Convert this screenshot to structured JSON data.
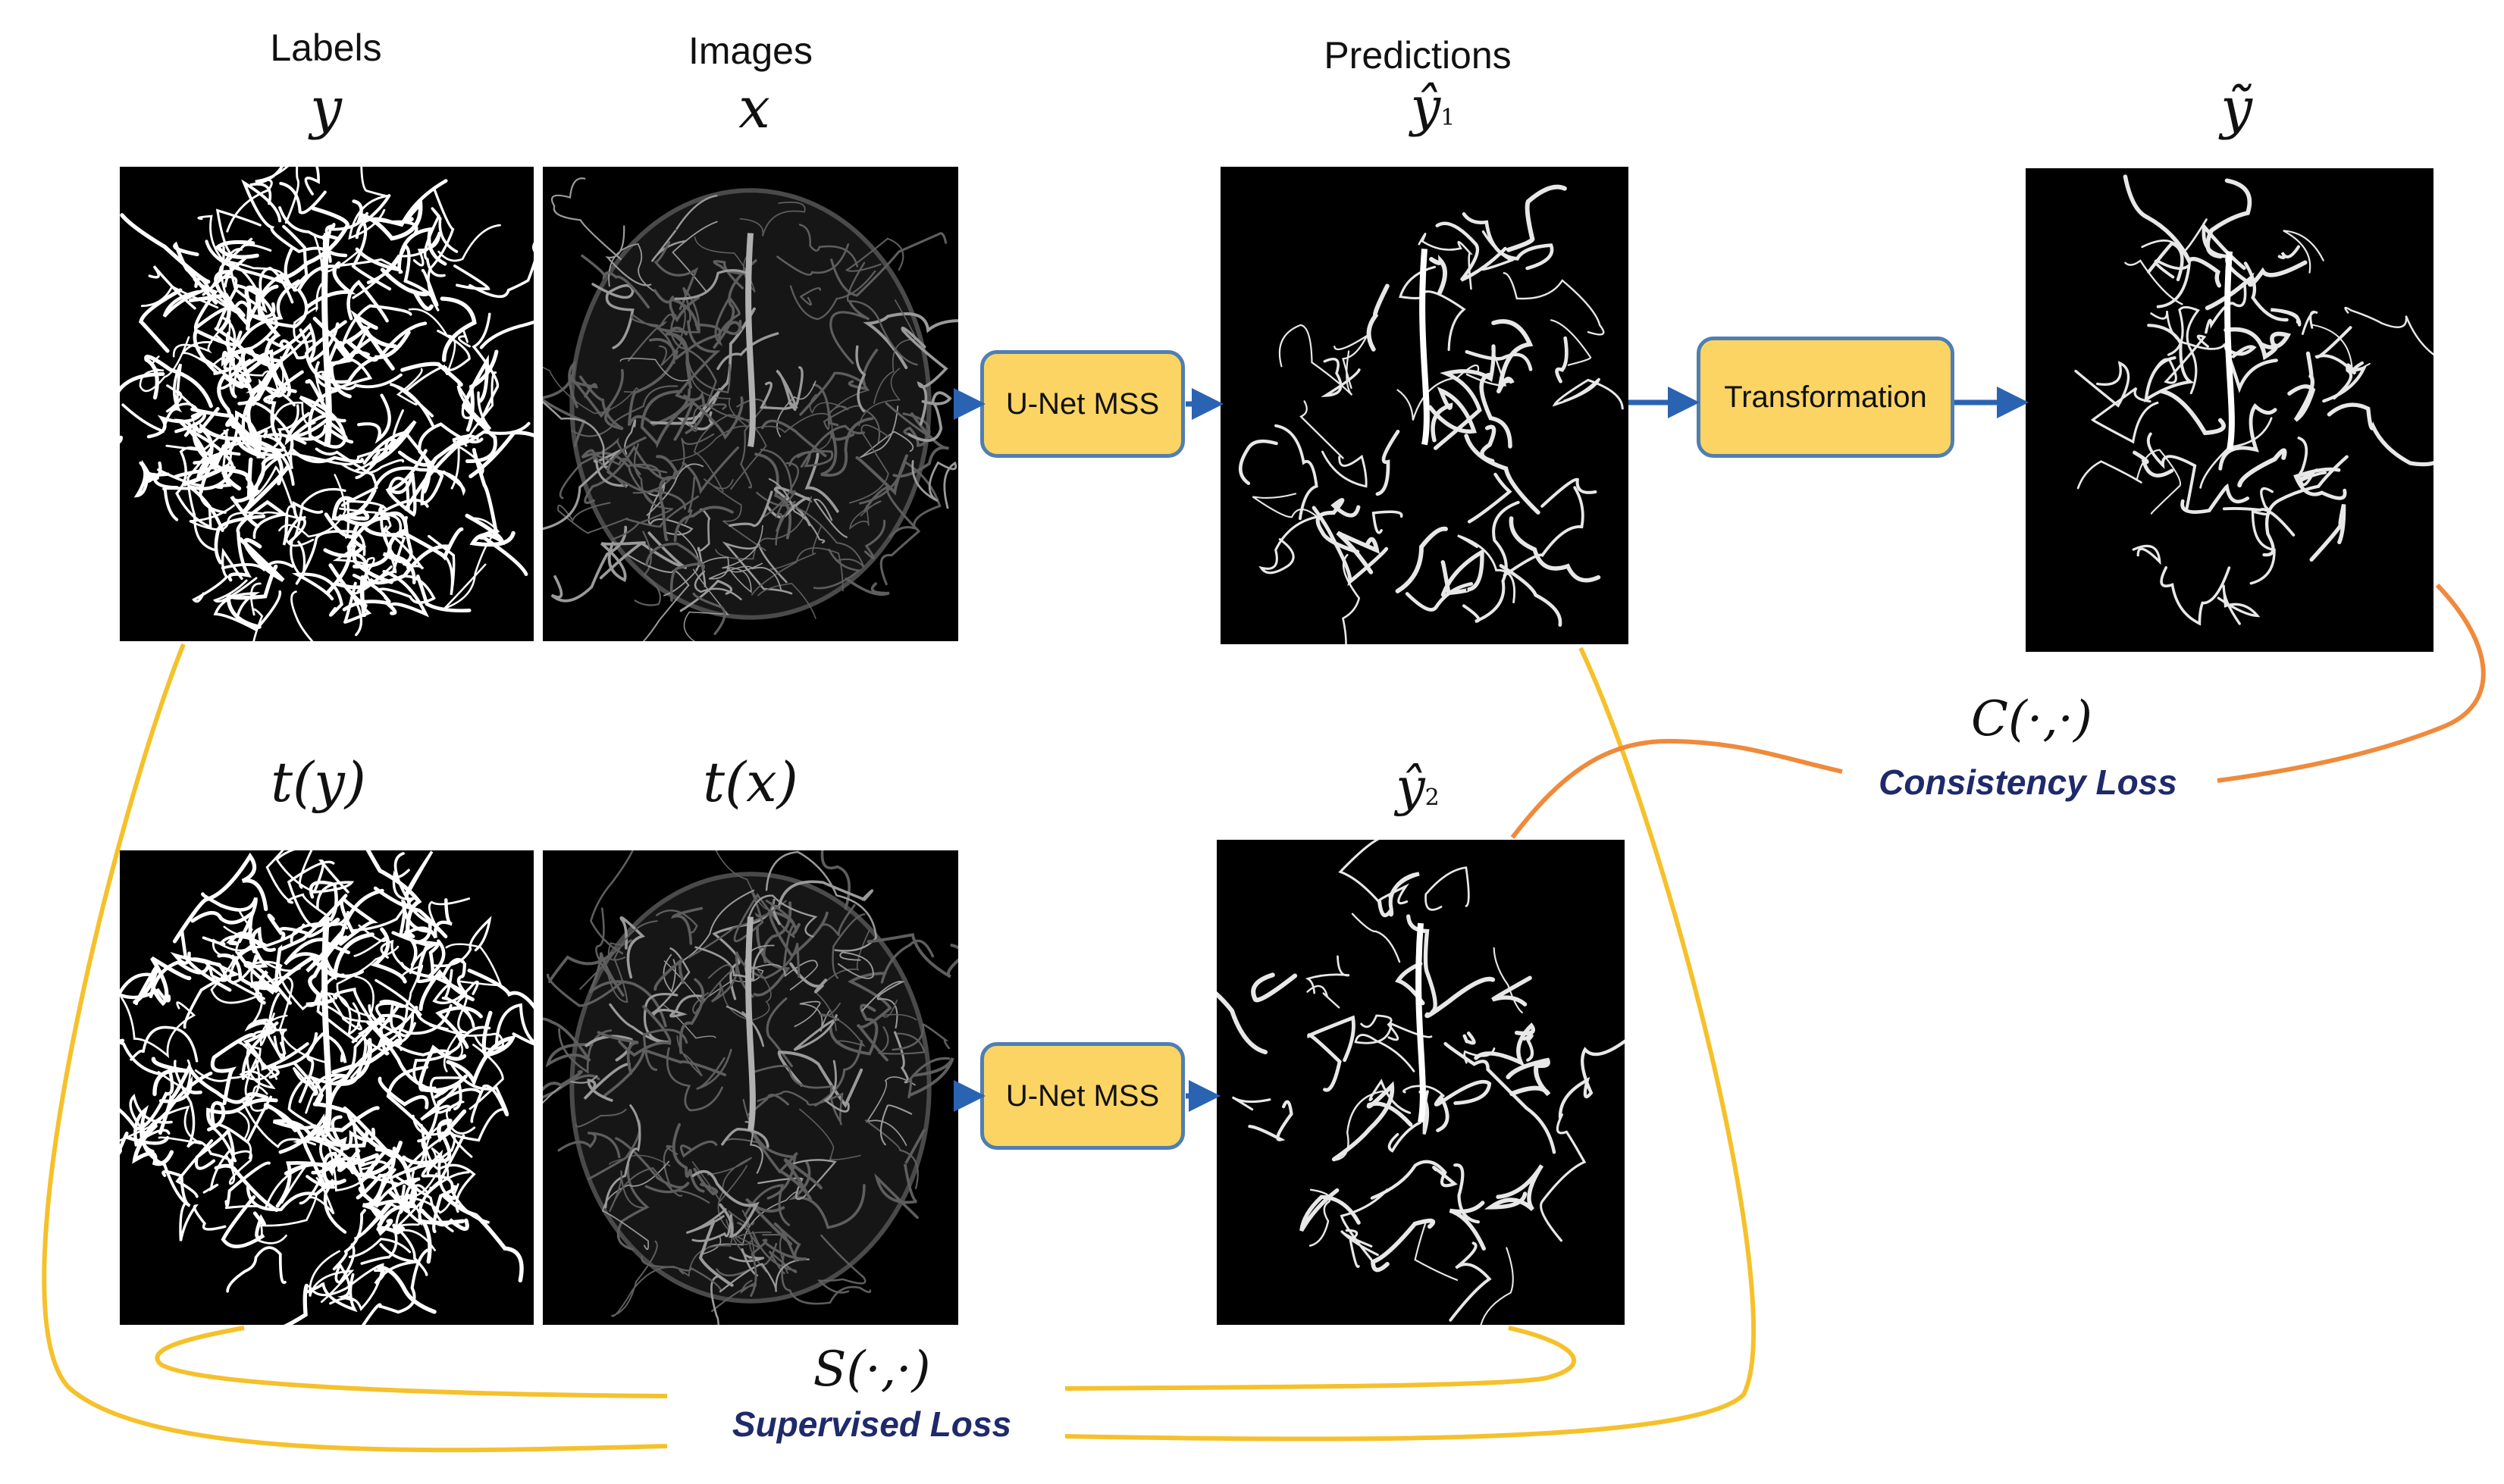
{
  "columns": {
    "labels": "Labels",
    "images": "Images",
    "predictions": "Predictions"
  },
  "symbols": {
    "y": "y",
    "x": "x",
    "y_hat_1": "ŷ",
    "y_hat_1_sub": "1",
    "y_tilde": "ỹ",
    "t_y": "t(y)",
    "t_x": "t(x)",
    "y_hat_2": "ŷ",
    "y_hat_2_sub": "2"
  },
  "blocks": {
    "unet_top": "U-Net MSS",
    "transformation": "Transformation",
    "unet_bottom": "U-Net MSS"
  },
  "losses": {
    "consistency_symbol": "C(·,·)",
    "consistency_label": "Consistency Loss",
    "supervised_symbol": "S(·,·)",
    "supervised_label": "Supervised Loss"
  },
  "colors": {
    "box_fill": "#fbd463",
    "box_border": "#4f7fb1",
    "arrow": "#2b63b3",
    "supervised_curve": "#f5c12b",
    "consistency_curve": "#ef8a3c",
    "loss_text": "#1f2a6b"
  }
}
